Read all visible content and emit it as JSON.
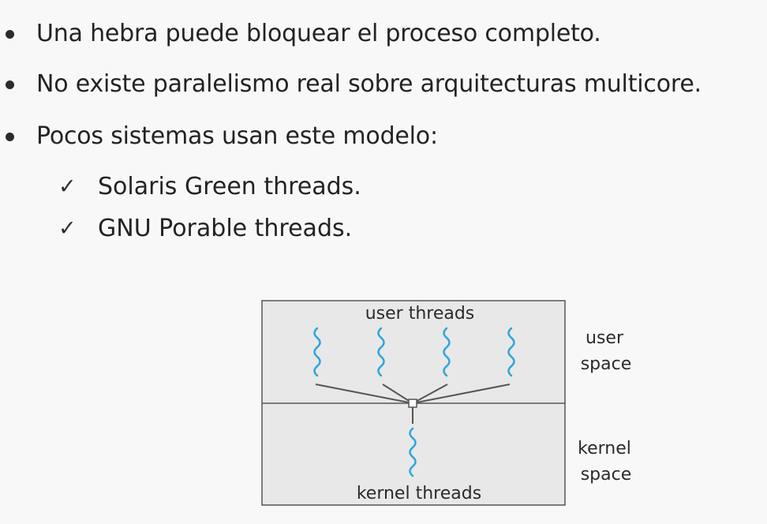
{
  "bullets": [
    "Una hebra puede bloquear el proceso completo.",
    "No existe paralelismo real sobre arquitecturas multicore.",
    "Pocos sistemas usan este modelo:"
  ],
  "examples": [
    "Solaris Green threads.",
    "GNU Porable threads."
  ],
  "check_symbol": "✓",
  "diagram": {
    "user_threads_label": "user threads",
    "kernel_threads_label": "kernel threads",
    "user_space_label_line1": "user",
    "user_space_label_line2": "space",
    "kernel_space_label_line1": "kernel",
    "kernel_space_label_line2": "space",
    "thread_color": "#2aa7df",
    "box_fill": "#e8e8e8",
    "line_color": "#555555"
  }
}
